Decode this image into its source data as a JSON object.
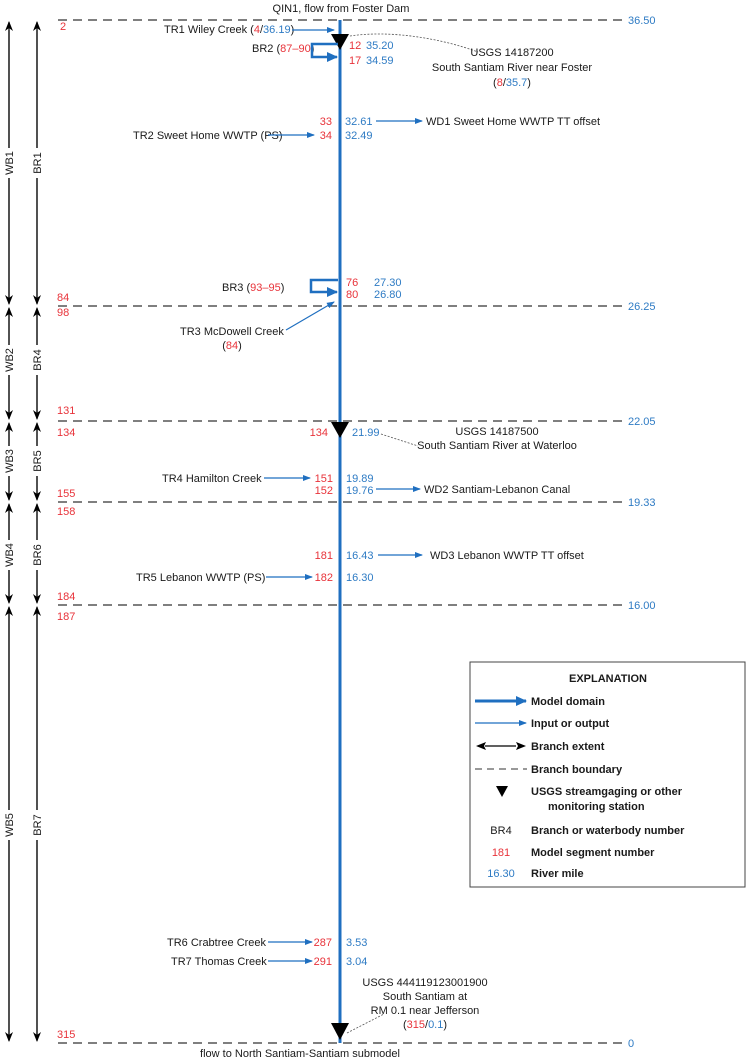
{
  "title_top": "QIN1, flow from Foster Dam",
  "title_bottom": "flow to North Santiam-Santiam submodel",
  "colors": {
    "river": "#1f6fc0",
    "segment": "#e8333a",
    "river_mile": "#2e7bc4",
    "text": "#1a1a1a"
  },
  "boundaries": [
    {
      "rm": "36.50",
      "seg_above": null,
      "seg_below": "2"
    },
    {
      "rm": "26.25",
      "seg_above": "84",
      "seg_below": "98"
    },
    {
      "rm": "22.05",
      "seg_above": "131",
      "seg_below": "134"
    },
    {
      "rm": "19.33",
      "seg_above": "155",
      "seg_below": "158"
    },
    {
      "rm": "16.00",
      "seg_above": "184",
      "seg_below": "187"
    },
    {
      "rm": "0",
      "seg_above": "315",
      "seg_below": null
    }
  ],
  "waterbodies": [
    "WB1",
    "WB2",
    "WB3",
    "WB4",
    "WB5"
  ],
  "branches": [
    "BR1",
    "BR4",
    "BR5",
    "BR6",
    "BR7"
  ],
  "tributaries": [
    {
      "name": "TR1 Wiley Creek",
      "seg": "4",
      "rm": "36.19"
    },
    {
      "name": "TR2 Sweet Home WWTP (PS)",
      "seg": "34"
    },
    {
      "name": "TR3 McDowell Creek",
      "seg": "84"
    },
    {
      "name": "TR4 Hamilton Creek",
      "seg": "151"
    },
    {
      "name": "TR5 Lebanon WWTP (PS)",
      "seg": "182"
    },
    {
      "name": "TR6 Crabtree Creek",
      "seg": "287"
    },
    {
      "name": "TR7 Thomas Creek",
      "seg": "291"
    }
  ],
  "side_branches": [
    {
      "name": "BR2",
      "range": "87–90",
      "seg1": "12",
      "rm1": "35.20",
      "seg2": "17",
      "rm2": "34.59"
    },
    {
      "name": "BR3",
      "range": "93–95",
      "seg1": "76",
      "rm1": "27.30",
      "seg2": "80",
      "rm2": "26.80"
    }
  ],
  "withdrawals": [
    {
      "name": "WD1 Sweet Home WWTP TT offset",
      "seg": "33",
      "rm": "32.61"
    },
    {
      "name": "WD2 Santiam-Lebanon Canal",
      "seg": "152",
      "rm": "19.76"
    },
    {
      "name": "WD3 Lebanon WWTP TT offset",
      "seg": "181",
      "rm": "16.43"
    }
  ],
  "point_labels": {
    "tr2_rm": "32.49",
    "tr4_rm": "19.89",
    "tr5_rm": "16.30",
    "tr6_rm": "3.53",
    "tr7_rm": "3.04"
  },
  "stations": [
    {
      "id": "USGS 14187200",
      "name": "South Santiam River near Foster",
      "seg": "8",
      "rm": "35.7"
    },
    {
      "id": "USGS 14187500",
      "name": "South Santiam River at Waterloo",
      "seg": "134",
      "rm": "21.99"
    },
    {
      "id": "USGS 444119123001900",
      "name1": "South Santiam at",
      "name2": "RM 0.1 near Jefferson",
      "seg": "315",
      "rm": "0.1"
    }
  ],
  "legend": {
    "title": "EXPLANATION",
    "items": [
      {
        "label": "Model domain"
      },
      {
        "label": "Input or output"
      },
      {
        "label": "Branch extent"
      },
      {
        "label": "Branch boundary"
      },
      {
        "label": "USGS streamgaging or other",
        "label2": "monitoring station"
      },
      {
        "sample": "BR4",
        "label": "Branch or waterbody number"
      },
      {
        "sample": "181",
        "label": "Model segment number"
      },
      {
        "sample": "16.30",
        "label": "River mile"
      }
    ]
  }
}
